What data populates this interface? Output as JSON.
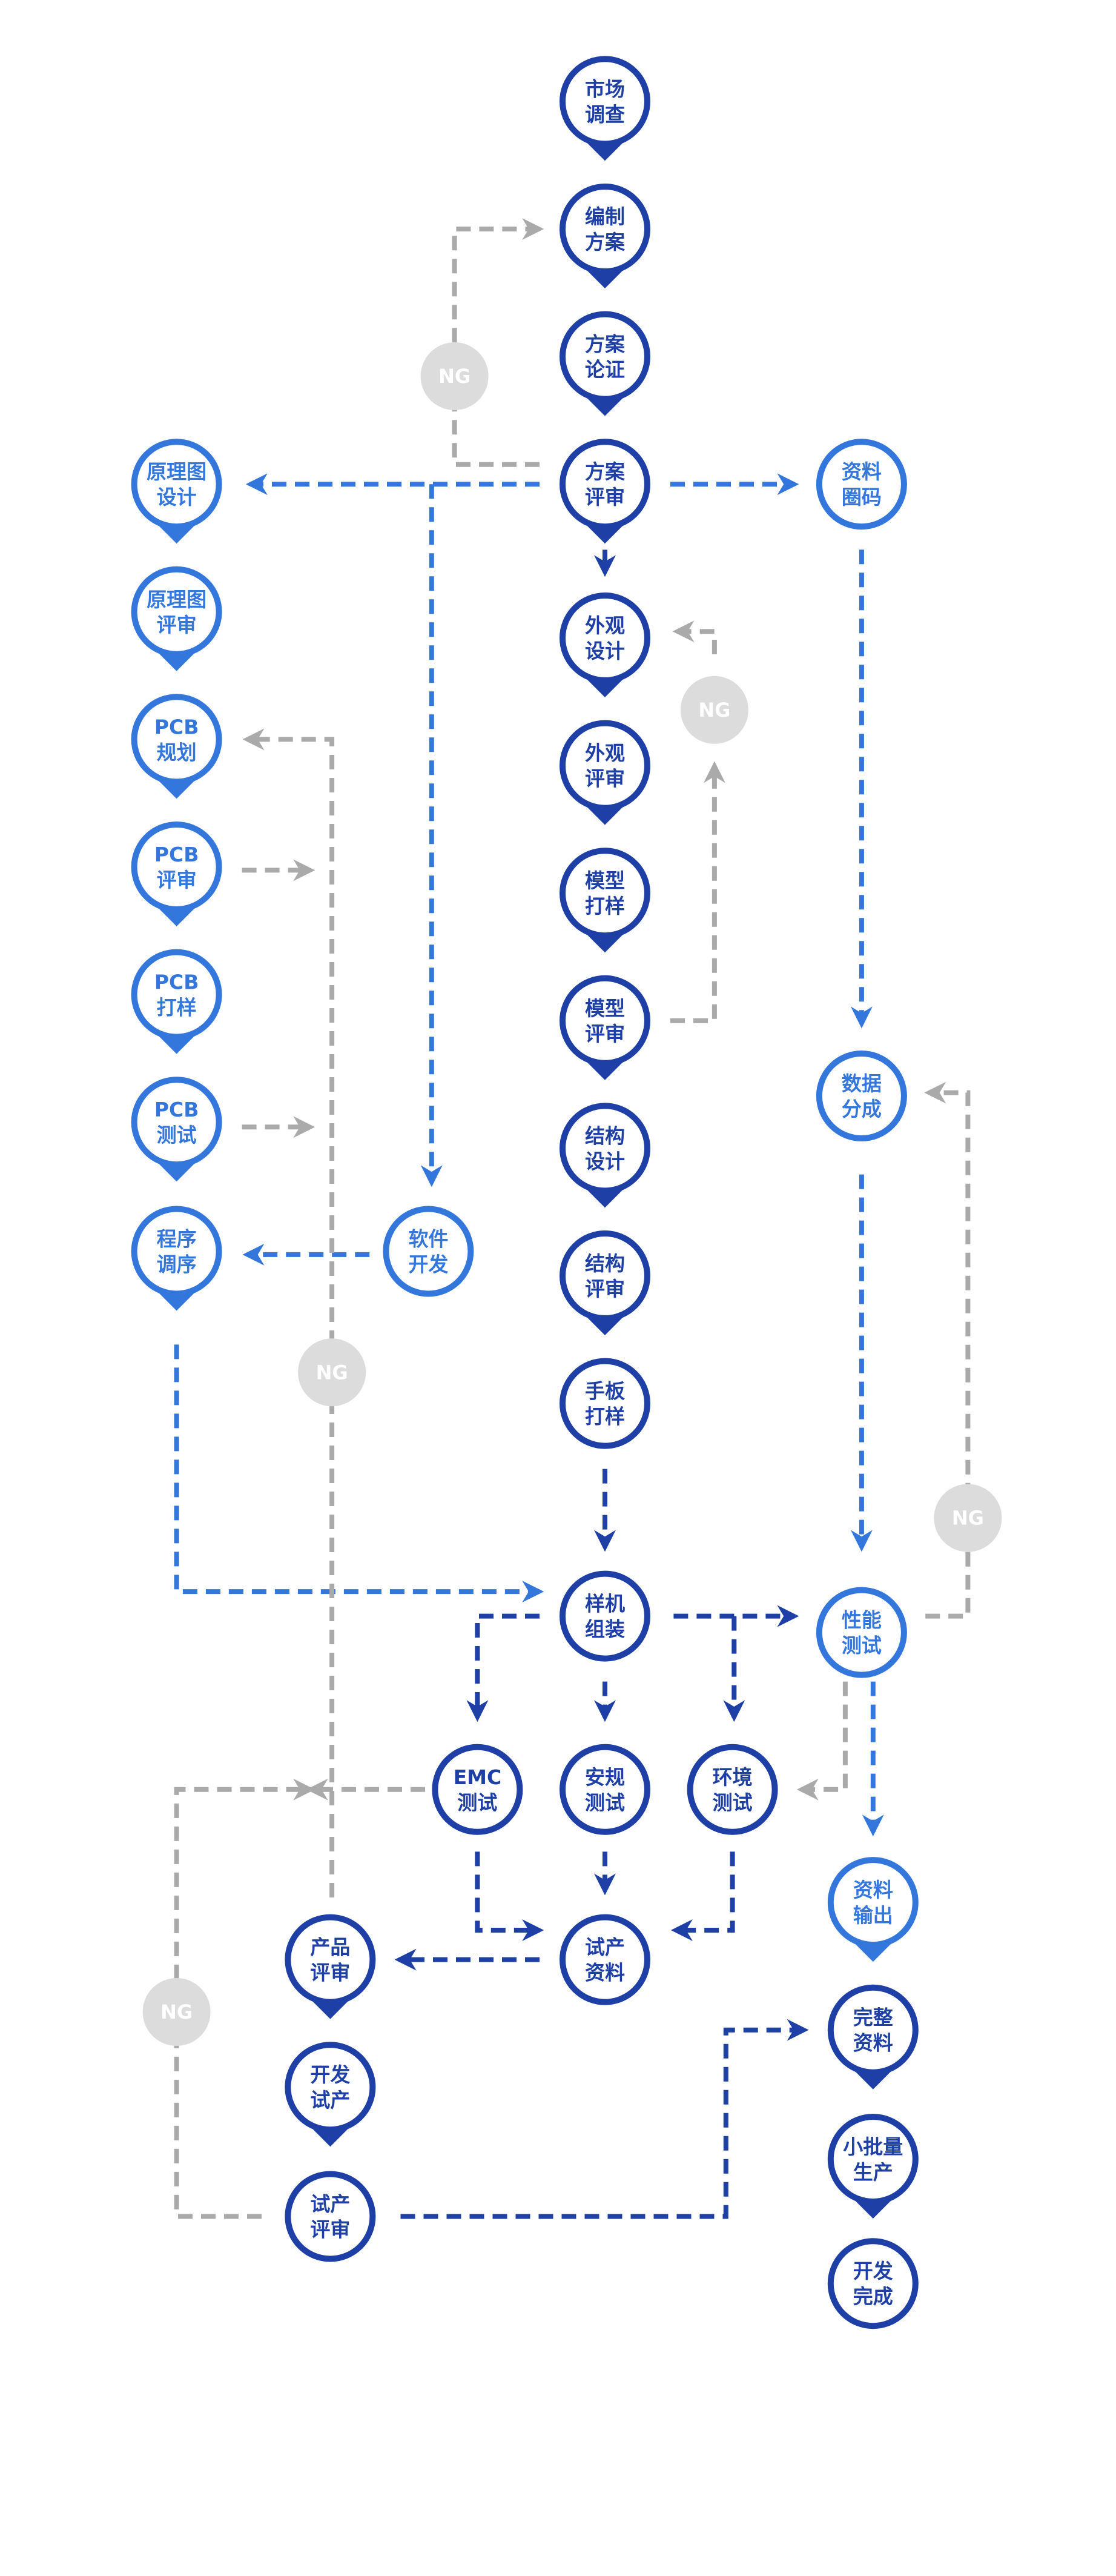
{
  "colors": {
    "dark": "#1d3fa6",
    "light": "#3377dd",
    "ng_fill": "#dcdcdc",
    "ng_text": "#ffffff",
    "gray_line": "#aaaaaa"
  },
  "ng_label": "NG",
  "nodes": [
    {
      "id": "market_research",
      "lines": [
        "市场",
        "调查"
      ],
      "style": "dark",
      "pin": true
    },
    {
      "id": "draft_plan",
      "lines": [
        "编制",
        "方案"
      ],
      "style": "dark",
      "pin": true
    },
    {
      "id": "plan_validation",
      "lines": [
        "方案",
        "论证"
      ],
      "style": "dark",
      "pin": true
    },
    {
      "id": "plan_review",
      "lines": [
        "方案",
        "评审"
      ],
      "style": "dark",
      "pin": true
    },
    {
      "id": "schematic_design",
      "lines": [
        "原理图",
        "设计"
      ],
      "style": "light",
      "pin": true
    },
    {
      "id": "schematic_review",
      "lines": [
        "原理图",
        "评审"
      ],
      "style": "light",
      "pin": true
    },
    {
      "id": "pcb_layout",
      "lines": [
        "PCB",
        "规划"
      ],
      "style": "light",
      "pin": true
    },
    {
      "id": "pcb_review",
      "lines": [
        "PCB",
        "评审"
      ],
      "style": "light",
      "pin": true
    },
    {
      "id": "pcb_sample",
      "lines": [
        "PCB",
        "打样"
      ],
      "style": "light",
      "pin": true
    },
    {
      "id": "pcb_test",
      "lines": [
        "PCB",
        "测试"
      ],
      "style": "light",
      "pin": true
    },
    {
      "id": "program_debug",
      "lines": [
        "程序",
        "调序"
      ],
      "style": "light",
      "pin": true
    },
    {
      "id": "software_dev",
      "lines": [
        "软件",
        "开发"
      ],
      "style": "light",
      "pin": false
    },
    {
      "id": "doc_coding",
      "lines": [
        "资料",
        "圈码"
      ],
      "style": "light",
      "pin": false
    },
    {
      "id": "data_split",
      "lines": [
        "数据",
        "分成"
      ],
      "style": "light",
      "pin": false
    },
    {
      "id": "appearance_design",
      "lines": [
        "外观",
        "设计"
      ],
      "style": "dark",
      "pin": true
    },
    {
      "id": "appearance_review",
      "lines": [
        "外观",
        "评审"
      ],
      "style": "dark",
      "pin": true
    },
    {
      "id": "model_sample",
      "lines": [
        "模型",
        "打样"
      ],
      "style": "dark",
      "pin": true
    },
    {
      "id": "model_review",
      "lines": [
        "模型",
        "评审"
      ],
      "style": "dark",
      "pin": true
    },
    {
      "id": "structure_design",
      "lines": [
        "结构",
        "设计"
      ],
      "style": "dark",
      "pin": true
    },
    {
      "id": "structure_review",
      "lines": [
        "结构",
        "评审"
      ],
      "style": "dark",
      "pin": true
    },
    {
      "id": "hand_sample",
      "lines": [
        "手板",
        "打样"
      ],
      "style": "dark",
      "pin": false
    },
    {
      "id": "prototype_assembly",
      "lines": [
        "样机",
        "组装"
      ],
      "style": "dark",
      "pin": false
    },
    {
      "id": "performance_test",
      "lines": [
        "性能",
        "测试"
      ],
      "style": "light",
      "pin": false
    },
    {
      "id": "emc_test",
      "lines": [
        "EMC",
        "测试"
      ],
      "style": "dark",
      "pin": false
    },
    {
      "id": "safety_test",
      "lines": [
        "安规",
        "测试"
      ],
      "style": "dark",
      "pin": false
    },
    {
      "id": "env_test",
      "lines": [
        "环境",
        "测试"
      ],
      "style": "dark",
      "pin": false
    },
    {
      "id": "doc_output",
      "lines": [
        "资料",
        "输出"
      ],
      "style": "light",
      "pin": true
    },
    {
      "id": "trial_docs",
      "lines": [
        "试产",
        "资料"
      ],
      "style": "dark",
      "pin": false
    },
    {
      "id": "product_review",
      "lines": [
        "产品",
        "评审"
      ],
      "style": "dark",
      "pin": true
    },
    {
      "id": "complete_docs",
      "lines": [
        "完整",
        "资料"
      ],
      "style": "dark",
      "pin": true
    },
    {
      "id": "dev_trial",
      "lines": [
        "开发",
        "试产"
      ],
      "style": "dark",
      "pin": true
    },
    {
      "id": "small_batch",
      "lines": [
        "小批量",
        "生产"
      ],
      "style": "dark",
      "pin": true
    },
    {
      "id": "trial_review",
      "lines": [
        "试产",
        "评审"
      ],
      "style": "dark",
      "pin": false
    },
    {
      "id": "dev_complete",
      "lines": [
        "开发",
        "完成"
      ],
      "style": "dark",
      "pin": false
    }
  ]
}
